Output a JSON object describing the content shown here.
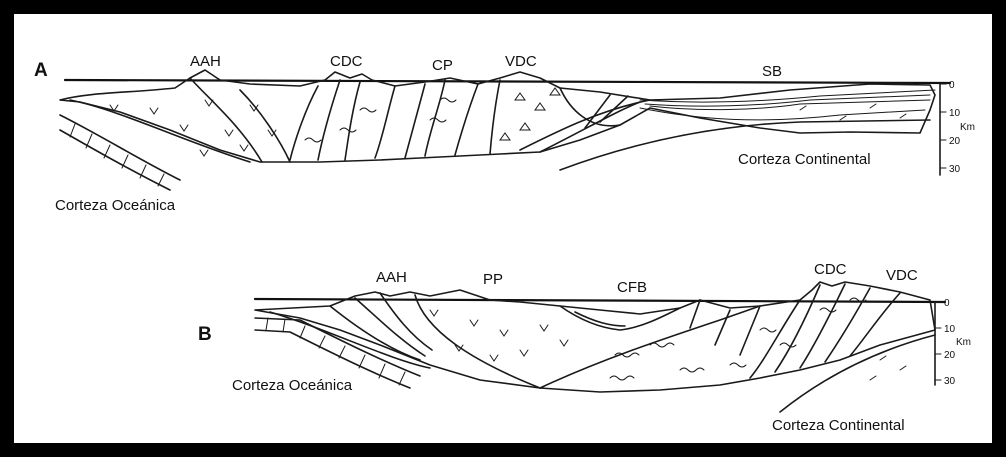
{
  "section_a": {
    "letter": "A",
    "labels": {
      "aah": "AAH",
      "cdc": "CDC",
      "cp": "CP",
      "vdc": "VDC",
      "sb": "SB"
    },
    "oceanic_crust": "Corteza Oceánica",
    "continental_crust": "Corteza Continental",
    "depth_scale": {
      "ticks": [
        "0",
        "10",
        "20",
        "30"
      ],
      "unit": "Km"
    }
  },
  "section_b": {
    "letter": "B",
    "labels": {
      "aah": "AAH",
      "pp": "PP",
      "cfb": "CFB",
      "cdc": "CDC",
      "vdc": "VDC"
    },
    "oceanic_crust": "Corteza Oceánica",
    "continental_crust": "Corteza Continental",
    "depth_scale": {
      "ticks": [
        "0",
        "10",
        "20",
        "30"
      ],
      "unit": "Km"
    }
  }
}
